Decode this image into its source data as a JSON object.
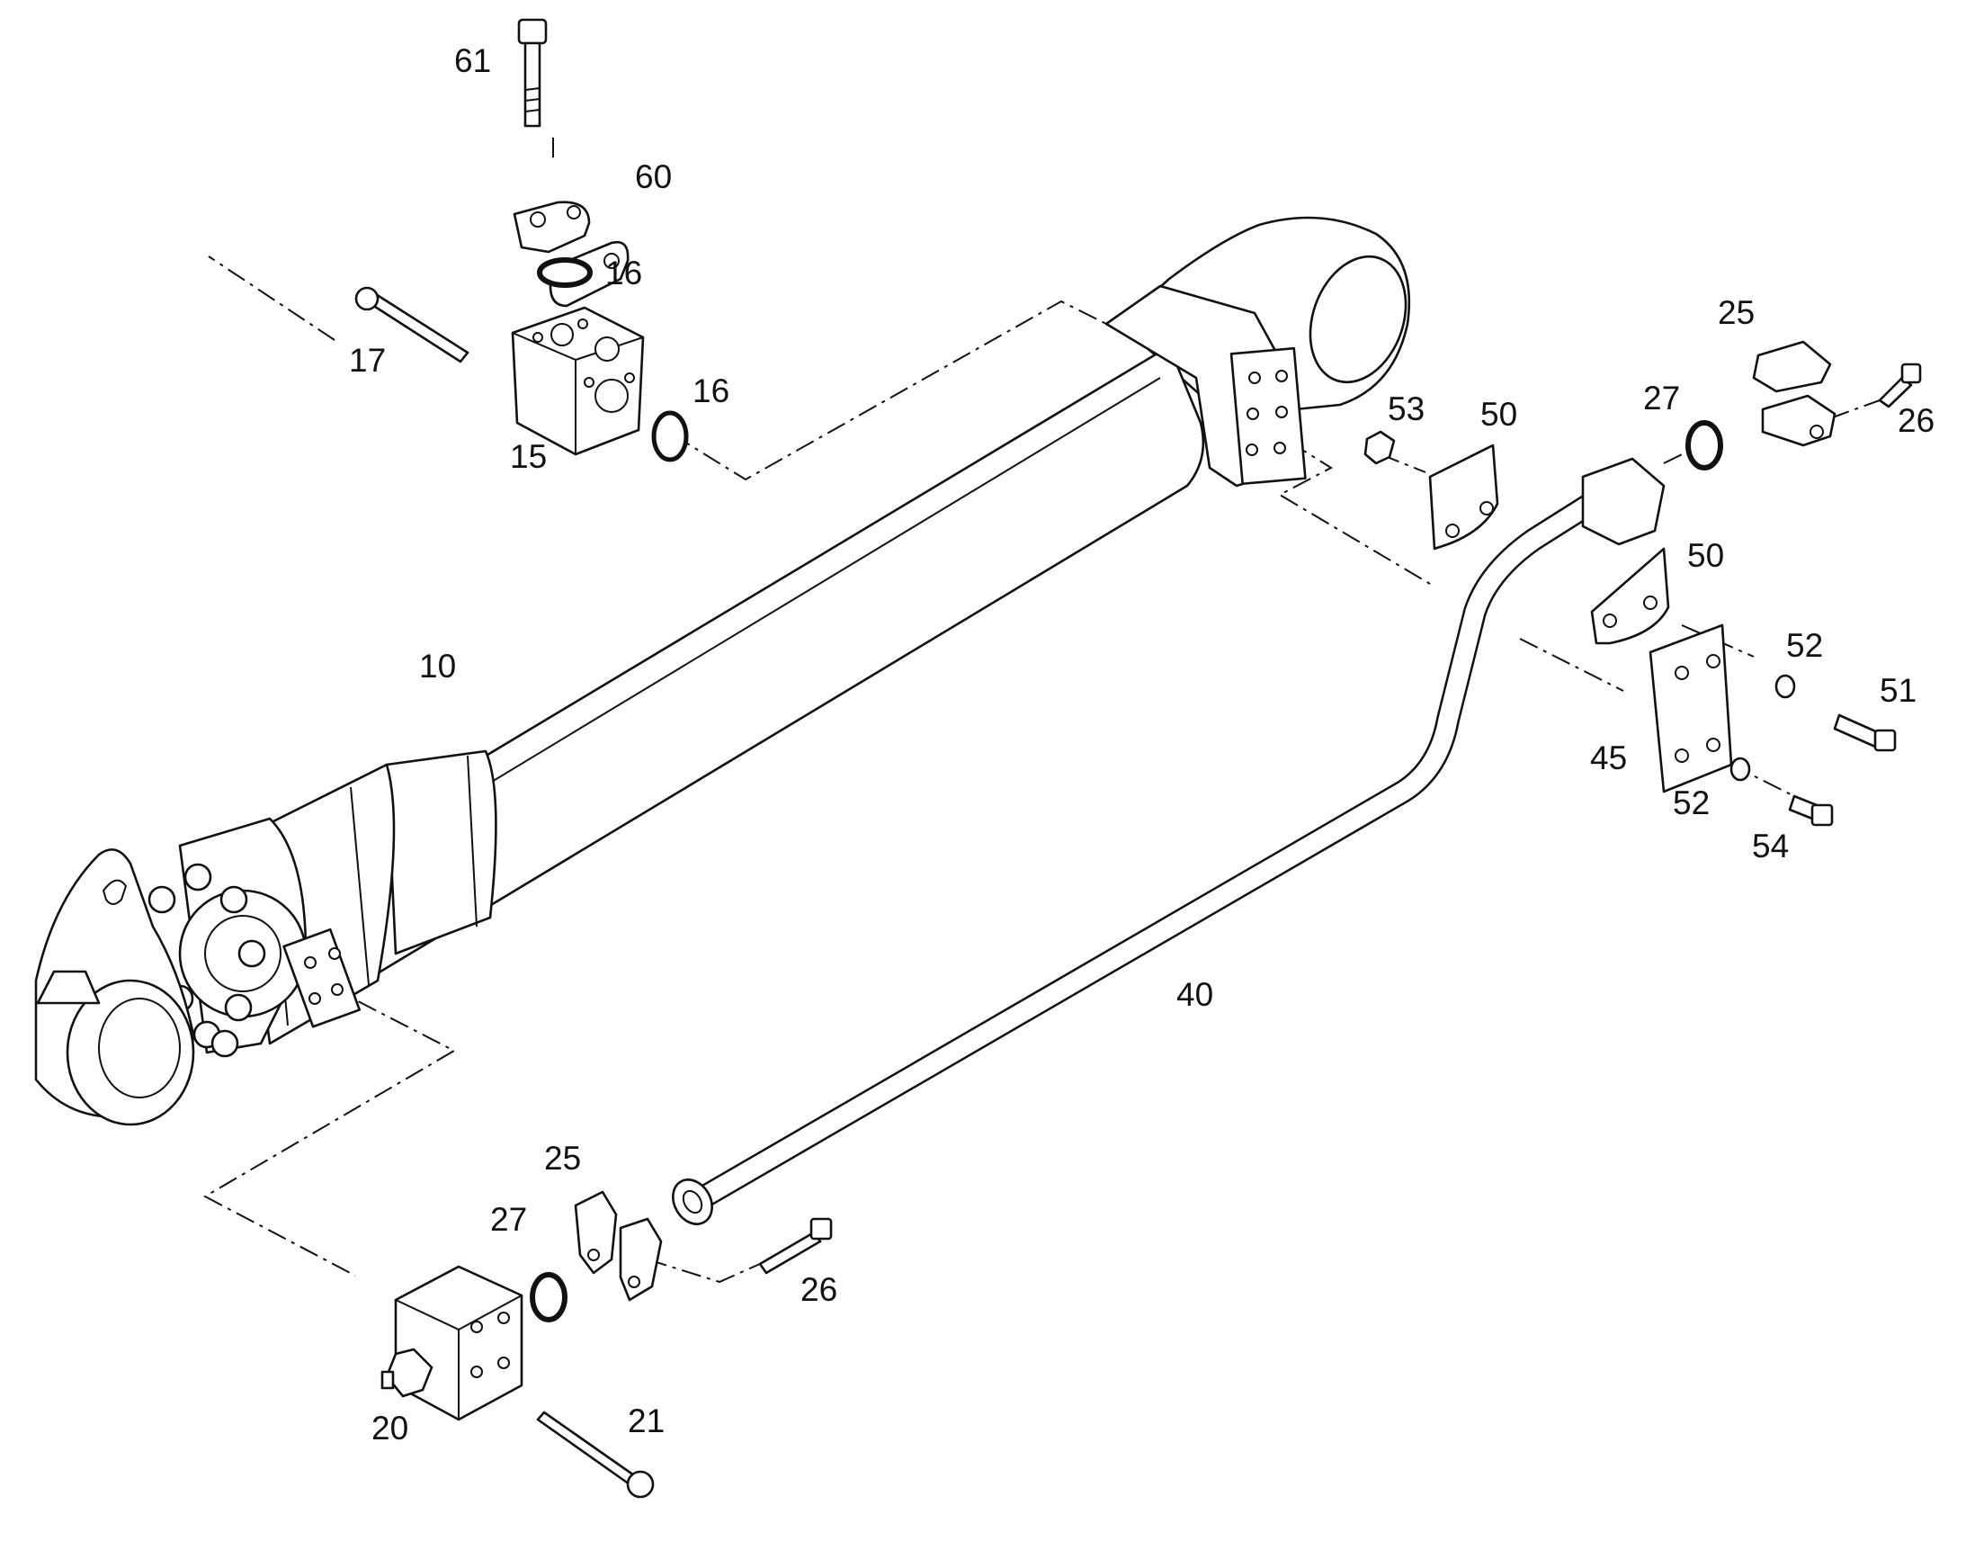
{
  "callouts": [
    {
      "id": "c61",
      "label": "61"
    },
    {
      "id": "c60",
      "label": "60"
    },
    {
      "id": "c16a",
      "label": "16"
    },
    {
      "id": "c17",
      "label": "17"
    },
    {
      "id": "c16b",
      "label": "16"
    },
    {
      "id": "c15",
      "label": "15"
    },
    {
      "id": "c10",
      "label": "10"
    },
    {
      "id": "c53",
      "label": "53"
    },
    {
      "id": "c50a",
      "label": "50"
    },
    {
      "id": "c27a",
      "label": "27"
    },
    {
      "id": "c25a",
      "label": "25"
    },
    {
      "id": "c26a",
      "label": "26"
    },
    {
      "id": "c50b",
      "label": "50"
    },
    {
      "id": "c52a",
      "label": "52"
    },
    {
      "id": "c51",
      "label": "51"
    },
    {
      "id": "c45",
      "label": "45"
    },
    {
      "id": "c52b",
      "label": "52"
    },
    {
      "id": "c54",
      "label": "54"
    },
    {
      "id": "c40",
      "label": "40"
    },
    {
      "id": "c25b",
      "label": "25"
    },
    {
      "id": "c27b",
      "label": "27"
    },
    {
      "id": "c26b",
      "label": "26"
    },
    {
      "id": "c20",
      "label": "20"
    },
    {
      "id": "c21",
      "label": "21"
    }
  ]
}
